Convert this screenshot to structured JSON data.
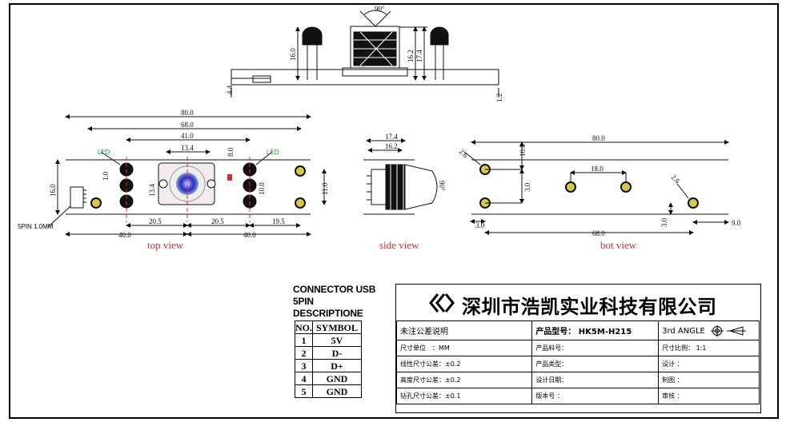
{
  "views": {
    "top": "top view",
    "side": "side view",
    "bottom": "bot view"
  },
  "led_label": "LED",
  "connector_note": "5PIN 1.0MM",
  "dimensions": {
    "front": {
      "led_height": "16.0",
      "height_a": "16.2",
      "height_b": "17.4",
      "lens_angle": "90°",
      "left_offset": "4.4",
      "right_offset": "1.2"
    },
    "top": {
      "total": "80.0",
      "d68": "68.0",
      "d41": "41.0",
      "d134": "13.4",
      "d80": "8.0",
      "d160": "16.0",
      "d10": "1.0",
      "d134v": "13.4",
      "d100": "10.0",
      "d110": "11.0",
      "d205a": "20.5",
      "d205b": "20.5",
      "d195": "19.5",
      "d40a": "40.0",
      "d40b": "40.0"
    },
    "side": {
      "d174": "17.4",
      "d162": "16.2",
      "d90": "90°"
    },
    "bottom": {
      "total": "80.0",
      "d100": "10.0",
      "d30v": "3.0",
      "d180": "18.0",
      "d26a": "2.6",
      "d26b": "2.6",
      "d30h": "3.0",
      "d30r": "3.0",
      "d90": "9.0",
      "d680": "68.0"
    }
  },
  "pinout": {
    "title_line1": "CONNECTOR USB",
    "title_line2": "5PIN DESCRIPTIONE",
    "header": [
      "NO.",
      "SYMBOL"
    ],
    "rows": [
      {
        "no": "1",
        "symbol": "5V"
      },
      {
        "no": "2",
        "symbol": "D-"
      },
      {
        "no": "3",
        "symbol": "D+"
      },
      {
        "no": "4",
        "symbol": "GND"
      },
      {
        "no": "5",
        "symbol": "GND"
      }
    ]
  },
  "title_block": {
    "company": "深圳市浩凯实业科技有限公司",
    "rows": [
      [
        "未注公差说明",
        "产品型号： HK5M-H215",
        "3rd ANGLE"
      ],
      [
        "尺寸单位　：MM",
        "产品料号：",
        "尺寸比例： 1:1"
      ],
      [
        "线性尺寸公差：±0.2",
        "产品类型：",
        "设计 ："
      ],
      [
        "高度尺寸公差：±0.2",
        "设计日期：",
        "制图 ："
      ],
      [
        "钻孔尺寸公差：±0.1",
        "版本号 ：",
        "审核 ："
      ]
    ]
  }
}
